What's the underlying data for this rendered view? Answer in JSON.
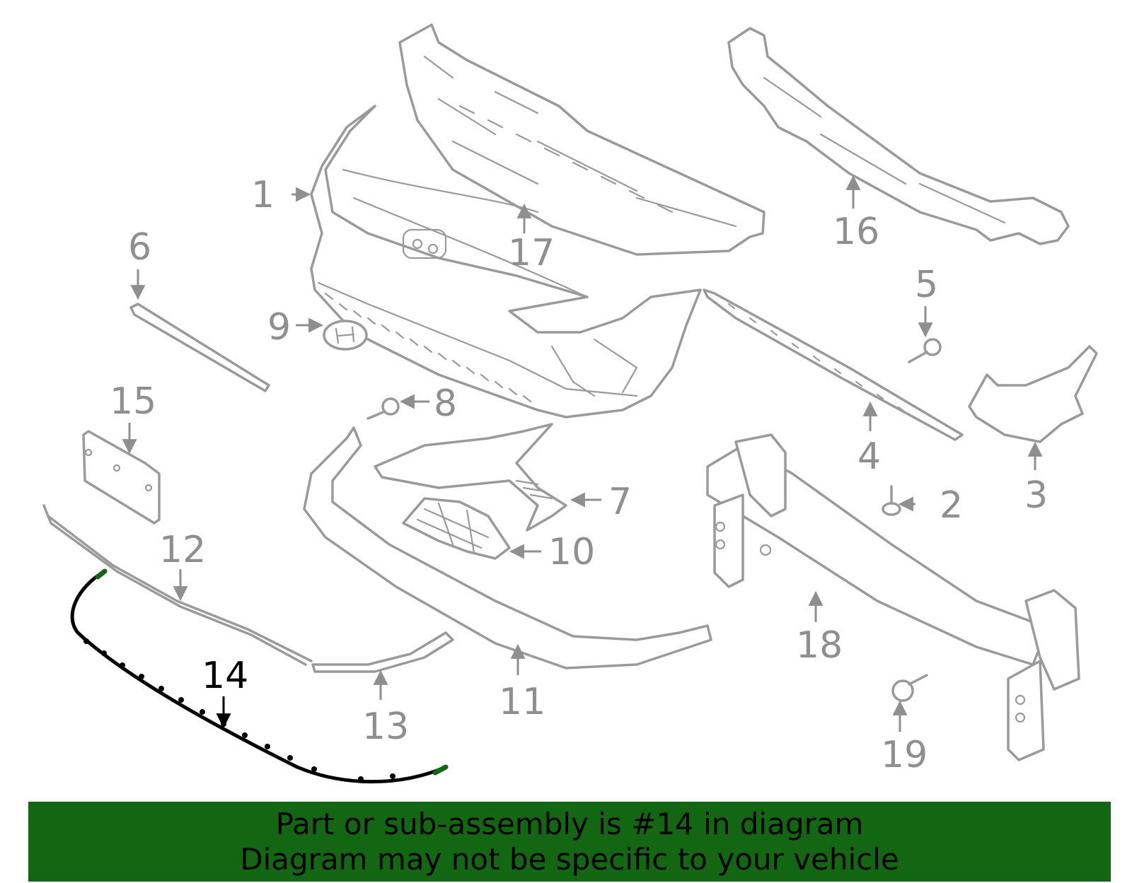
{
  "diagram": {
    "highlight_color": "#136612",
    "callouts": [
      "1",
      "2",
      "3",
      "4",
      "5",
      "6",
      "7",
      "8",
      "9",
      "10",
      "11",
      "12",
      "13",
      "14",
      "15",
      "16",
      "17",
      "18",
      "19"
    ],
    "highlighted": "14"
  },
  "banner": {
    "line1": "Part or sub-assembly is #14 in diagram",
    "line2": "Diagram may not be specific to your vehicle",
    "background": "#136612"
  }
}
